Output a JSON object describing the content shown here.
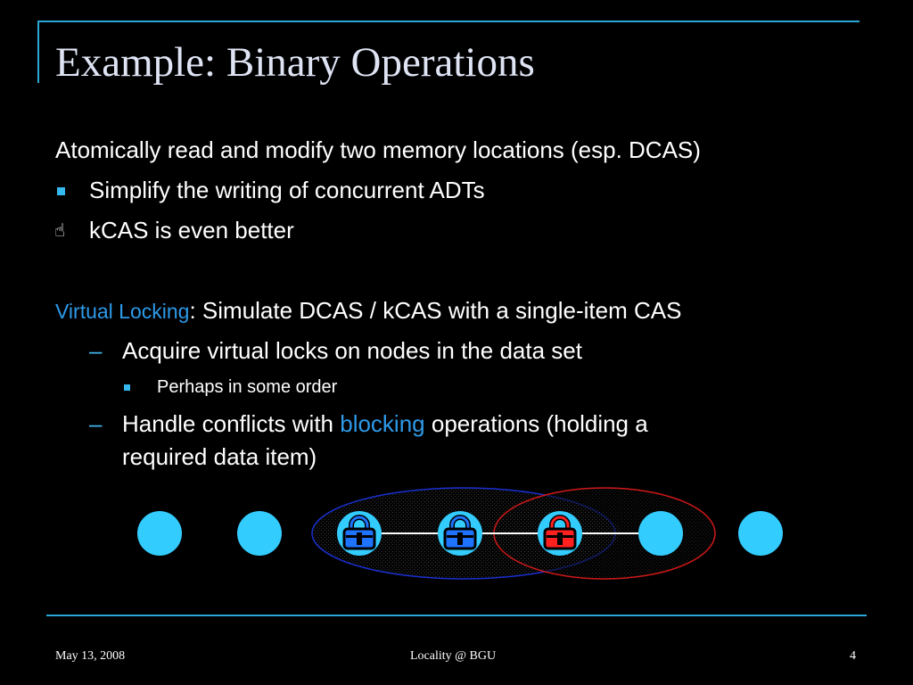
{
  "slide": {
    "title": "Example: Binary Operations",
    "line1": "Atomically read and modify two memory locations (esp. DCAS)",
    "bullet1": "Simplify the writing of concurrent ADTs",
    "bullet2": "kCAS is even better",
    "virtual_locking": {
      "term": "Virtual Locking",
      "rest": ": Simulate DCAS / kCAS with a single-item CAS"
    },
    "dash1": "Acquire virtual locks on nodes in the data set",
    "sub1": "Perhaps in some order",
    "dash2": {
      "pre": "Handle conflicts with ",
      "highlight": "blocking",
      "post": " operations (holding a",
      "line2": "required data item)"
    },
    "dash_glyph": "–",
    "hand_glyph": "☝"
  },
  "diagram": {
    "nodes": [
      {
        "lock": null
      },
      {
        "lock": null
      },
      {
        "lock": "blue"
      },
      {
        "lock": "blue"
      },
      {
        "lock": "red"
      },
      {
        "lock": null
      },
      {
        "lock": null
      }
    ],
    "colors": {
      "node": "#33ccff",
      "blue_lock": "#1e73ff",
      "red_lock": "#ff2020",
      "blue_ellipse": "#1a2fd0",
      "red_ellipse": "#d01818"
    }
  },
  "footer": {
    "date": "May 13, 2008",
    "center": "Locality @ BGU",
    "page": "4"
  },
  "colors": {
    "accent": "#2aa7d8",
    "title": "#dfe4f4",
    "highlight": "#2e9ae8"
  }
}
